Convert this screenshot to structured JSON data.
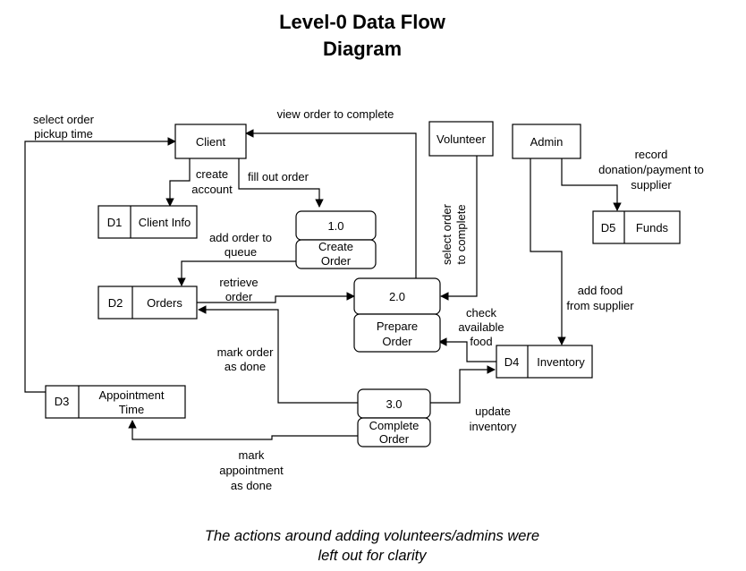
{
  "title": {
    "line1": "Level-0 Data Flow",
    "line2": "Diagram"
  },
  "entities": {
    "client": "Client",
    "volunteer": "Volunteer",
    "admin": "Admin"
  },
  "processes": {
    "p1": {
      "id": "1.0",
      "name": [
        "Create",
        "Order"
      ]
    },
    "p2": {
      "id": "2.0",
      "name": [
        "Prepare",
        "Order"
      ]
    },
    "p3": {
      "id": "3.0",
      "name": [
        "Complete",
        "Order"
      ]
    }
  },
  "stores": {
    "d1": {
      "id": "D1",
      "name": "Client Info"
    },
    "d2": {
      "id": "D2",
      "name": "Orders"
    },
    "d3": {
      "id": "D3",
      "name": [
        "Appointment",
        "Time"
      ]
    },
    "d4": {
      "id": "D4",
      "name": "Inventory"
    },
    "d5": {
      "id": "D5",
      "name": "Funds"
    }
  },
  "flows": {
    "select_pickup": [
      "select order",
      "pickup time"
    ],
    "view_order": "view order to complete",
    "create_account": [
      "create",
      "account"
    ],
    "fill_out_order": "fill out order",
    "add_to_queue": [
      "add order to",
      "queue"
    ],
    "retrieve_order": [
      "retrieve",
      "order"
    ],
    "select_order": [
      "select order",
      "to complete"
    ],
    "record_donation": [
      "record",
      "donation/payment to",
      "supplier"
    ],
    "add_food": [
      "add food",
      "from supplier"
    ],
    "check_food": [
      "check",
      "available",
      "food"
    ],
    "mark_done": [
      "mark order",
      "as done"
    ],
    "update_inventory": [
      "update",
      "inventory"
    ],
    "mark_appt": [
      "mark",
      "appointment",
      "as done"
    ]
  },
  "caption": {
    "line1": "The actions around adding volunteers/admins were",
    "line2": "left out for clarity"
  }
}
